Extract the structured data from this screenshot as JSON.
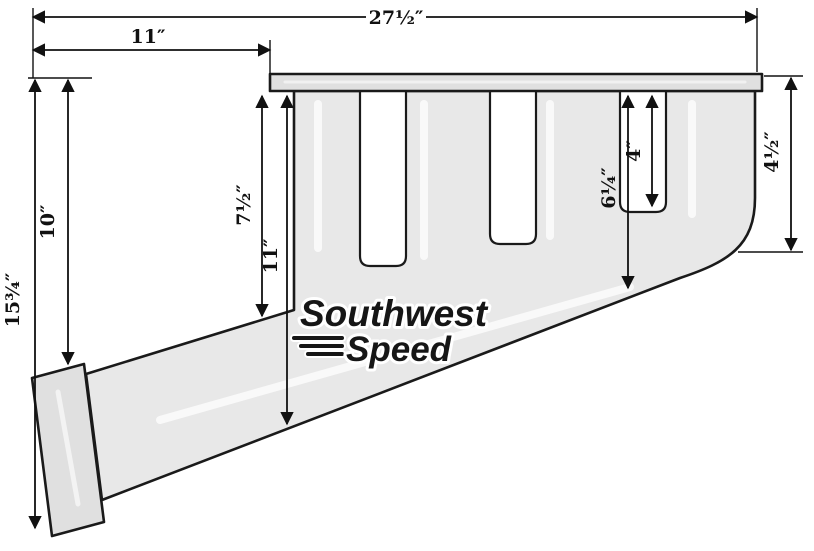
{
  "logo": {
    "word1": "Southwest",
    "word2": "Speed"
  },
  "dimensions": {
    "overall_width": "27½″",
    "left_offset": "11″",
    "flange_to_collector_top_left": "10″",
    "overall_height_left": "15¾″",
    "tube_to_collector_top": "7½″",
    "tube_to_collector_bottom": "11″",
    "tube4_to_collector_top": "6¼″",
    "tube4_exposed": "4″",
    "flange_to_collector_right": "4½″"
  },
  "colors": {
    "metal": "#e8e8e8",
    "plate": "#e0e0e0",
    "outline": "#1a1a1a",
    "background": "#ffffff"
  }
}
